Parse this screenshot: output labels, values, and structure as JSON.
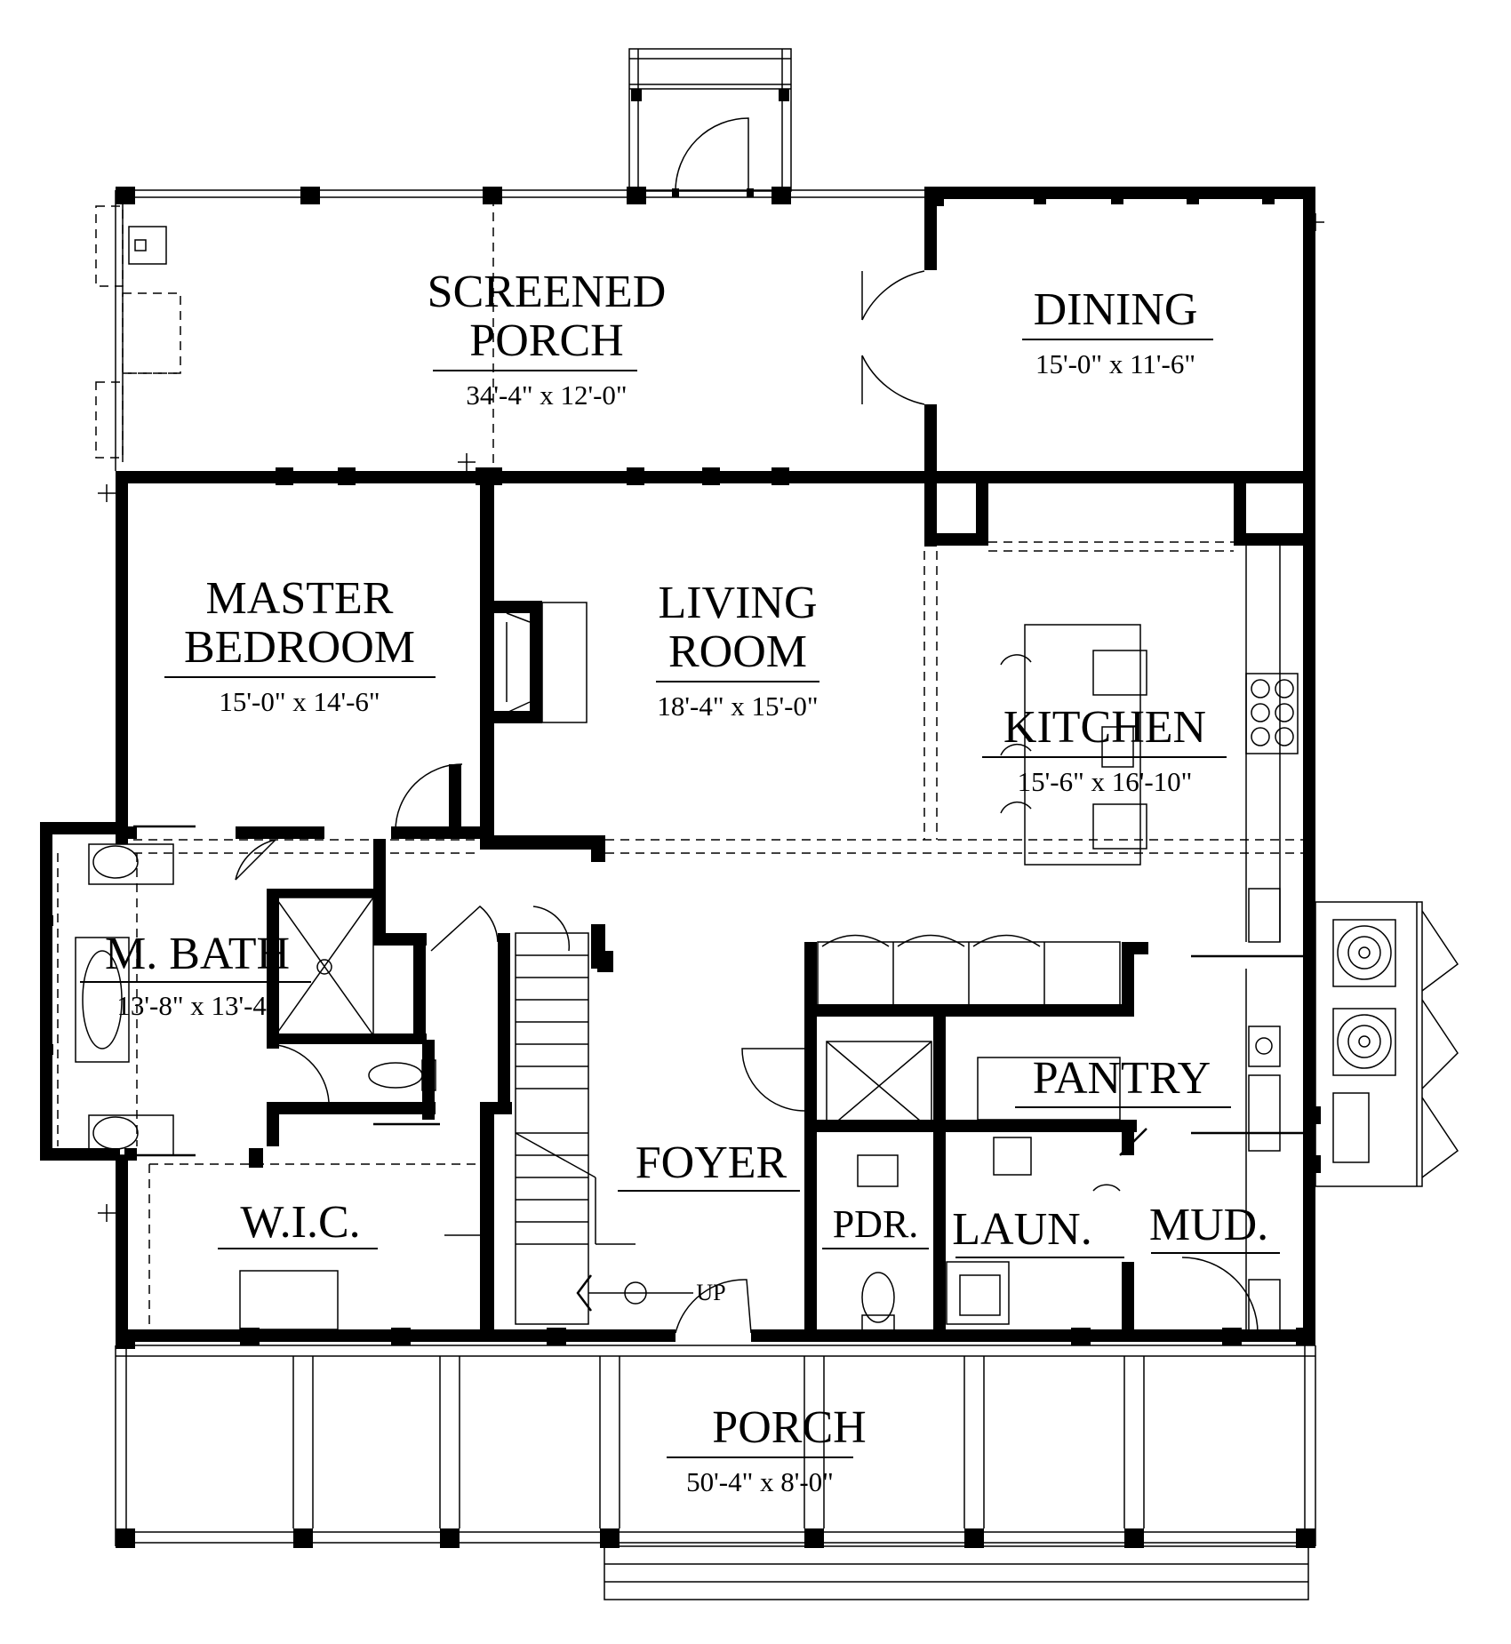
{
  "rooms": {
    "screened_porch": {
      "name_line1": "SCREENED",
      "name_line2": "PORCH",
      "dims": "34'-4\" x 12'-0\""
    },
    "dining": {
      "name": "DINING",
      "dims": "15'-0\" x 11'-6\""
    },
    "master_bedroom": {
      "name_line1": "MASTER",
      "name_line2": "BEDROOM",
      "dims": "15'-0\" x 14'-6\""
    },
    "living_room": {
      "name_line1": "LIVING",
      "name_line2": "ROOM",
      "dims": "18'-4\" x 15'-0\""
    },
    "kitchen": {
      "name": "KITCHEN",
      "dims": "15'-6\" x 16'-10\""
    },
    "master_bath": {
      "name": "M. BATH",
      "dims": "13'-8\" x 13'-4\""
    },
    "pantry": {
      "name": "PANTRY"
    },
    "foyer": {
      "name": "FOYER"
    },
    "powder": {
      "name": "PDR."
    },
    "laundry": {
      "name": "LAUN."
    },
    "mud": {
      "name": "MUD."
    },
    "wic": {
      "name": "W.I.C."
    },
    "porch": {
      "name": "PORCH",
      "dims": "50'-4\" x 8'-0\""
    }
  },
  "stairs": {
    "label": "UP"
  }
}
